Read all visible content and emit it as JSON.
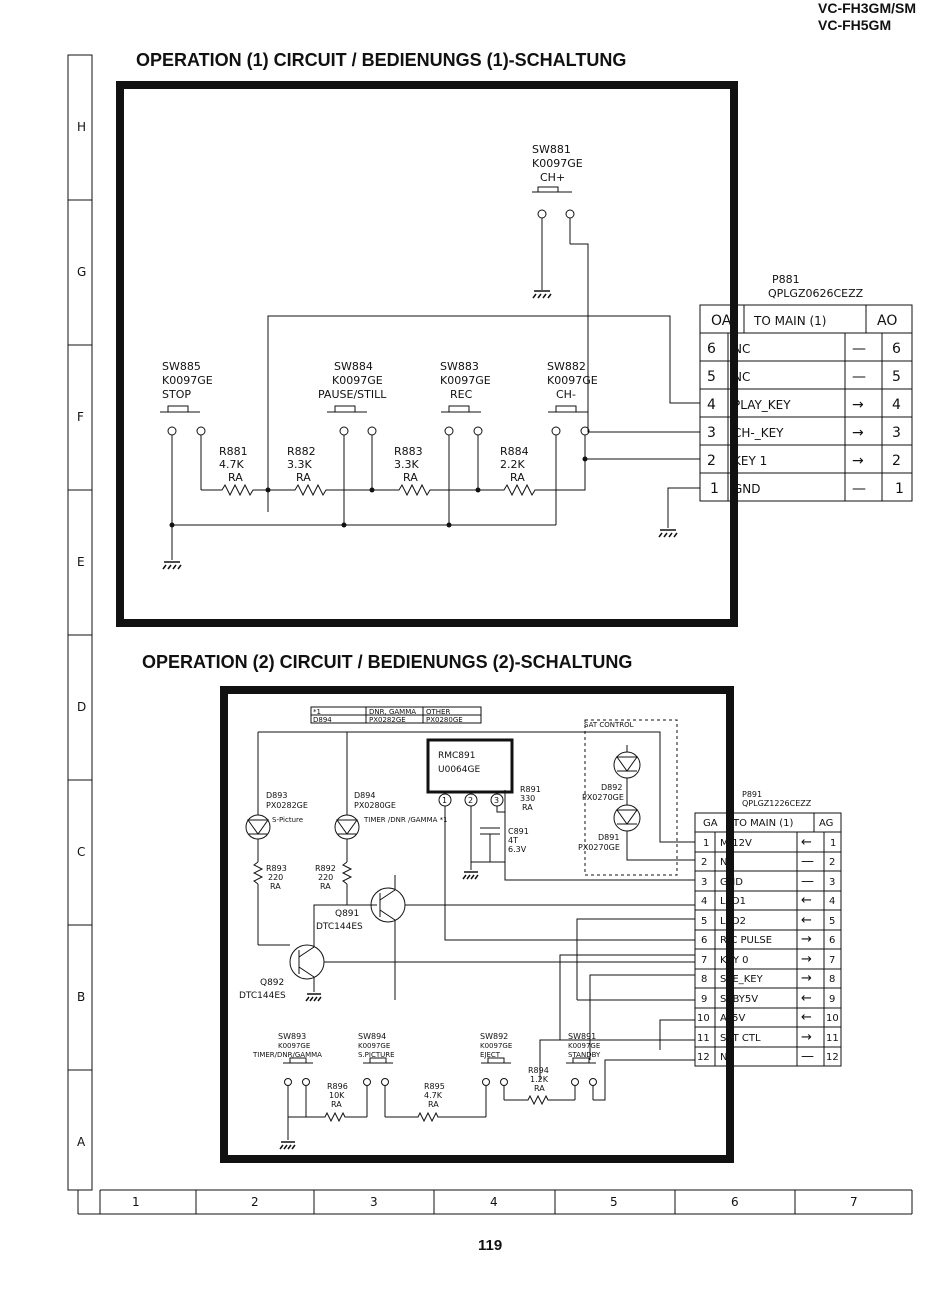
{
  "header": {
    "model_line1": "VC-FH3GM/SM",
    "model_line2": "VC-FH5GM"
  },
  "page_number": "119",
  "grid": {
    "rows": [
      "H",
      "G",
      "F",
      "E",
      "D",
      "C",
      "B",
      "A"
    ],
    "cols": [
      "1",
      "2",
      "3",
      "4",
      "5",
      "6",
      "7"
    ]
  },
  "circuit1": {
    "title": "OPERATION (1) CIRCUIT / BEDIENUNGS (1)-SCHALTUNG",
    "switches": [
      {
        "ref": "SW881",
        "part": "K0097GE",
        "func": "CH+"
      },
      {
        "ref": "SW885",
        "part": "K0097GE",
        "func": "STOP"
      },
      {
        "ref": "SW884",
        "part": "K0097GE",
        "func": "PAUSE/STILL"
      },
      {
        "ref": "SW883",
        "part": "K0097GE",
        "func": "REC"
      },
      {
        "ref": "SW882",
        "part": "K0097GE",
        "func": "CH-"
      }
    ],
    "resistors": [
      {
        "ref": "R881",
        "value": "4.7K",
        "type": "RA"
      },
      {
        "ref": "R882",
        "value": "3.3K",
        "type": "RA"
      },
      {
        "ref": "R883",
        "value": "3.3K",
        "type": "RA"
      },
      {
        "ref": "R884",
        "value": "2.2K",
        "type": "RA"
      }
    ],
    "connector": {
      "ref": "P881",
      "part": "QPLGZ0626CEZZ",
      "head_left": "OA",
      "head_mid": "TO MAIN (1)",
      "head_right": "AO",
      "pins": [
        {
          "n": "6",
          "name": "NC",
          "dir": "—",
          "m": "6"
        },
        {
          "n": "5",
          "name": "NC",
          "dir": "—",
          "m": "5"
        },
        {
          "n": "4",
          "name": "PLAY_KEY",
          "dir": "→",
          "m": "4"
        },
        {
          "n": "3",
          "name": "CH-_KEY",
          "dir": "→",
          "m": "3"
        },
        {
          "n": "2",
          "name": "KEY 1",
          "dir": "→",
          "m": "2"
        },
        {
          "n": "1",
          "name": "GND",
          "dir": "—",
          "m": "1"
        }
      ]
    }
  },
  "circuit2": {
    "title": "OPERATION (2) CIRCUIT / BEDIENUNGS (2)-SCHALTUNG",
    "table": {
      "h1": "*1",
      "h2": "DNR, GAMMA",
      "h3": "OTHER",
      "c1": "D894",
      "c2": "PX0282GE",
      "c3": "PX0280GE"
    },
    "sat_control": "SAT CONTROL",
    "ic": {
      "ref": "RMC891",
      "part": "U0064GE",
      "pins": [
        "1",
        "2",
        "3"
      ]
    },
    "r891": {
      "ref": "R891",
      "value": "330",
      "type": "RA"
    },
    "c891": {
      "ref": "C891",
      "value": "4T",
      "voltage": "6.3V"
    },
    "leds": [
      {
        "ref": "D893",
        "part": "PX0282GE",
        "label": "S-Picture"
      },
      {
        "ref": "D894",
        "part": "PX0280GE",
        "label": "TIMER /DNR /GAMMA *1"
      },
      {
        "ref": "D892",
        "part": "PX0270GE"
      },
      {
        "ref": "D891",
        "part": "PX0270GE"
      }
    ],
    "resistors": [
      {
        "ref": "R893",
        "value": "220",
        "type": "RA"
      },
      {
        "ref": "R892",
        "value": "220",
        "type": "RA"
      },
      {
        "ref": "R896",
        "value": "10K",
        "type": "RA"
      },
      {
        "ref": "R895",
        "value": "4.7K",
        "type": "RA"
      },
      {
        "ref": "R894",
        "value": "1.2K",
        "type": "RA"
      }
    ],
    "transistors": [
      {
        "ref": "Q891",
        "part": "DTC144ES"
      },
      {
        "ref": "Q892",
        "part": "DTC144ES"
      }
    ],
    "switches": [
      {
        "ref": "SW893",
        "part": "K0097GE",
        "func": "TIMER/DNR/GAMMA"
      },
      {
        "ref": "SW894",
        "part": "K0097GE",
        "func": "S.PICTURE"
      },
      {
        "ref": "SW892",
        "part": "K0097GE",
        "func": "EJECT"
      },
      {
        "ref": "SW891",
        "part": "K0097GE",
        "func": "STANDBY"
      }
    ],
    "connector": {
      "ref": "P891",
      "part": "QPLGZ1226CEZZ",
      "head_left": "GA",
      "head_mid": "TO MAIN (1)",
      "head_right": "AG",
      "pins": [
        {
          "n": "1",
          "name": "M-12V",
          "dir": "←",
          "m": "1"
        },
        {
          "n": "2",
          "name": "NC",
          "dir": "—",
          "m": "2"
        },
        {
          "n": "3",
          "name": "GND",
          "dir": "—",
          "m": "3"
        },
        {
          "n": "4",
          "name": "LED1",
          "dir": "←",
          "m": "4"
        },
        {
          "n": "5",
          "name": "LED2",
          "dir": "←",
          "m": "5"
        },
        {
          "n": "6",
          "name": "R/C PULSE",
          "dir": "→",
          "m": "6"
        },
        {
          "n": "7",
          "name": "KEY 0",
          "dir": "→",
          "m": "7"
        },
        {
          "n": "8",
          "name": "SPE_KEY",
          "dir": "→",
          "m": "8"
        },
        {
          "n": "9",
          "name": "STBY5V",
          "dir": "←",
          "m": "9"
        },
        {
          "n": "10",
          "name": "AT5V",
          "dir": "←",
          "m": "10"
        },
        {
          "n": "11",
          "name": "SAT CTL",
          "dir": "→",
          "m": "11"
        },
        {
          "n": "12",
          "name": "NC",
          "dir": "—",
          "m": "12"
        }
      ]
    }
  }
}
